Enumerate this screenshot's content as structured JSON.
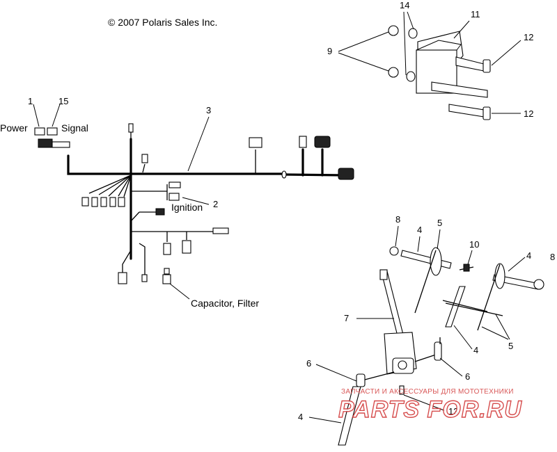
{
  "copyright": "© 2007 Polaris Sales Inc.",
  "labels": {
    "n1": "1",
    "n15": "15",
    "power": "Power",
    "signal": "Signal",
    "n3": "3",
    "n2": "2",
    "ignition": "Ignition",
    "capacitor": "Capacitor, Filter",
    "n14": "14",
    "n11": "11",
    "n9": "9",
    "n12a": "12",
    "n12b": "12",
    "n8a": "8",
    "n4a": "4",
    "n5a": "5",
    "n10": "10",
    "n4b": "4",
    "n8b": "8",
    "n7": "7",
    "n4c": "4",
    "n5b": "5",
    "n6a": "6",
    "n6b": "6",
    "n13": "13",
    "n4d": "4"
  },
  "watermark": {
    "tagline": "ЗАПЧАСТИ И АКСЕССУАРЫ ДЛЯ МОТОТЕХНИКИ",
    "brand": "PARTS FOR.RU"
  },
  "colors": {
    "ink": "#000000",
    "watermark": "#d23a3a",
    "paper": "#ffffff"
  }
}
